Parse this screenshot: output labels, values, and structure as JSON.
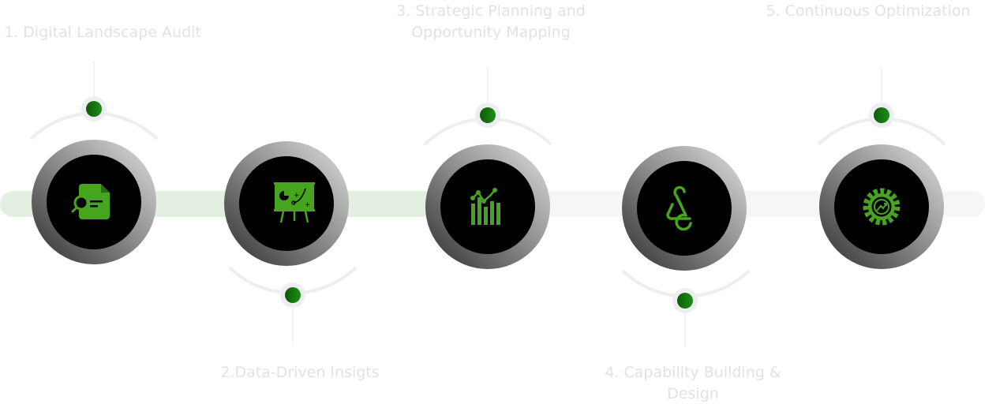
{
  "steps": [
    {
      "number": "1.",
      "title": "Digital Landscape Audit",
      "label": "1. Digital Landscape Audit",
      "icon": "document-search-icon",
      "position": "top"
    },
    {
      "number": "2.",
      "title": "Data-Driven Insigts",
      "label": "2.Data-Driven Insigts",
      "icon": "presentation-board-icon",
      "position": "bottom"
    },
    {
      "number": "3.",
      "title": "Strategic Planning and Opportunity Mapping",
      "label_line1": "3. Strategic Planning and",
      "label_line2": "Opportunity Mapping",
      "icon": "bar-line-chart-icon",
      "position": "top"
    },
    {
      "number": "4.",
      "title": "Capability Building & Design",
      "label_line1": "4.  Capability Building &",
      "label_line2": "Design",
      "icon": "webhook-icon",
      "position": "bottom"
    },
    {
      "number": "5.",
      "title": "Continuous Optimization",
      "label": "5. Continuous Optimization",
      "icon": "gear-growth-icon",
      "position": "top"
    }
  ],
  "colors": {
    "accent": "#47a41f",
    "dot": "#1a7a12",
    "label": "#e2e2e4",
    "track_done": "#e3f0e1",
    "track_pending": "#f6f6f6",
    "arc": "#eceef1"
  },
  "progress": {
    "completed_steps_fraction": 0.45
  }
}
